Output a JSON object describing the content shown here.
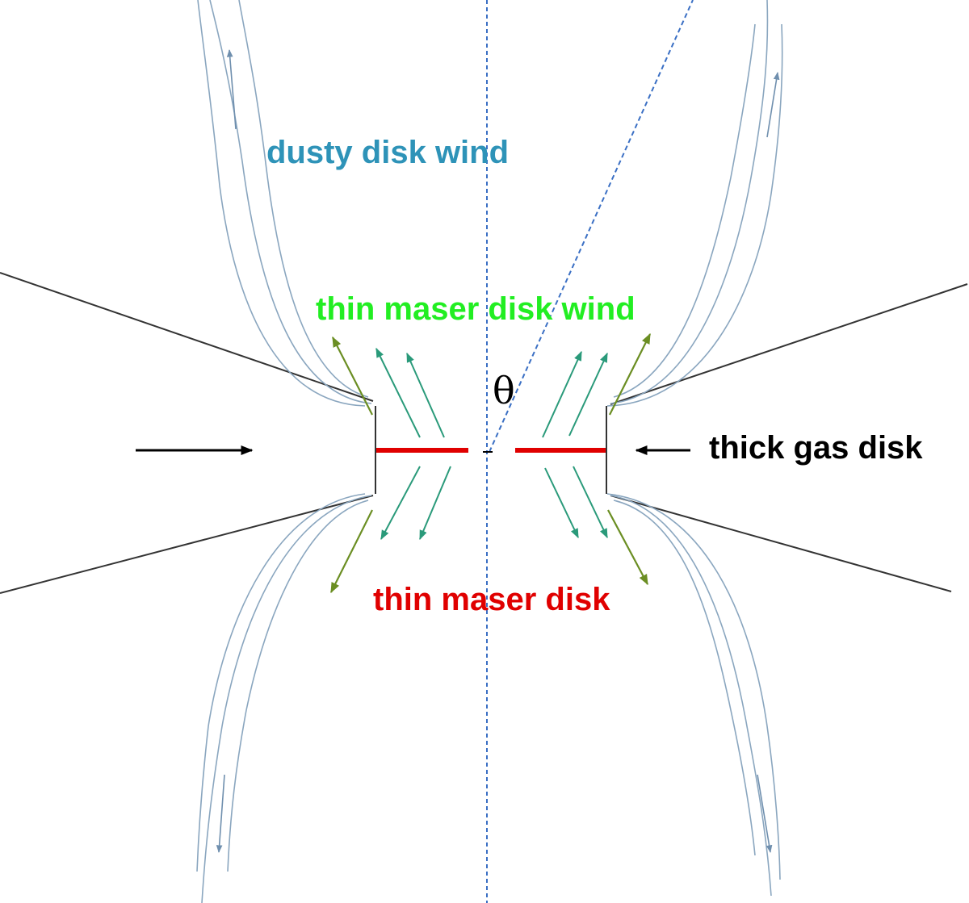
{
  "labels": {
    "dusty_disk_wind": "dusty disk wind",
    "thin_maser_disk_wind": "thin maser disk wind",
    "theta": "θ",
    "thick_gas_disk": "thick gas disk",
    "thin_maser_disk": "thin maser disk"
  },
  "colors": {
    "dusty_wind": "#2e93b8",
    "maser_wind": "#22ee22",
    "maser_disk": "#e00000",
    "gas_disk": "#000000",
    "axis": "#3a6fc4",
    "wind_arrow_olive": "#6b8e23",
    "wind_arrow_teal": "#2a9a7a",
    "streamline": "#8aa6bf"
  }
}
